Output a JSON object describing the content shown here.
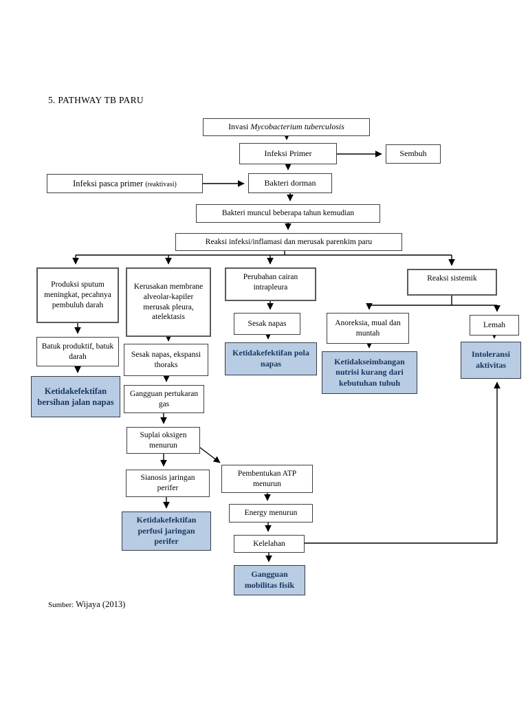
{
  "page": {
    "title": "5. PATHWAY TB PARU",
    "source_label": "Sumber:",
    "source_value": "Wijaya (2013)"
  },
  "colors": {
    "highlight_fill": "#b8cce4",
    "highlight_text": "#17365d",
    "line_color": "#000000"
  },
  "nodes": {
    "invasi_prefix": "Invasi",
    "invasi_italic": "Mycobacterium tuberculosis",
    "infeksi_primer": "Infeksi Primer",
    "sembuh": "Sembuh",
    "pasca_primer_main": "Infeksi pasca primer",
    "pasca_primer_note": "(reaktivasi)",
    "bakteri_dorman": "Bakteri dorman",
    "bakteri_muncul": "Bakteri muncul beberapa tahun kemudian",
    "reaksi_infeksi": "Reaksi infeksi/inflamasi dan merusak parenkim paru",
    "produksi_sputum": "Produksi sputum meningkat, pecahnya pembuluh darah",
    "kerusakan_membrane": "Kerusakan membrane alveolar-kapiler merusak pleura, atelektasis",
    "perubahan_cairan": "Perubahan cairan intrapleura",
    "reaksi_sistemik": "Reaksi sistemik",
    "batuk_produktif": "Batuk produktif, batuk darah",
    "bersihan_jalan_napas": "Ketidakefektifan bersihan jalan napas",
    "sesak_ekspansi": "Sesak napas, ekspansi thoraks",
    "gangguan_pertukaran": "Gangguan pertukaran gas",
    "suplai_oksigen": "Suplai oksigen menurun",
    "sianosis": "Sianosis jaringan perifer",
    "perfusi_perifer": "Ketidakefektifan perfusi jaringan perifer",
    "sesak_napas": "Sesak napas",
    "pola_napas": "Ketidakefektifan pola napas",
    "anoreksia": "Anoreksia, mual dan muntah",
    "nutrisi": "Ketidakseimbangan nutrisi kurang dari kebutuhan tubuh",
    "lemah": "Lemah",
    "intoleransi": "Intoleransi aktivitas",
    "pembentukan_atp": "Pembentukan ATP menurun",
    "energy_menurun": "Energy menurun",
    "kelelahan": "Kelelahan",
    "mobilitas_fisik": "Gangguan mobilitas fisik"
  }
}
